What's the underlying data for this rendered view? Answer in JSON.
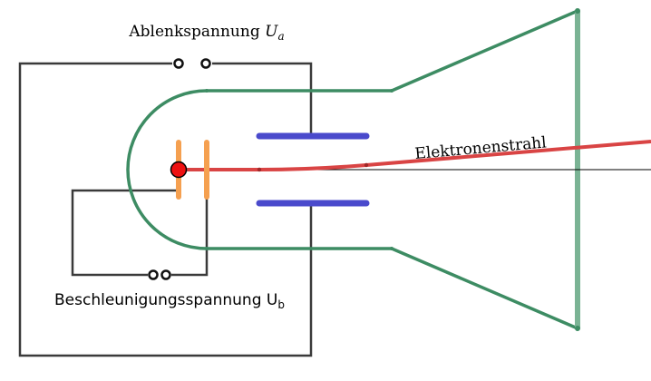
{
  "labels": {
    "deflection_voltage": "Ablenkspannung",
    "deflection_symbol": "U",
    "deflection_subscript": "a",
    "electron_beam": "Elektronenstrahl",
    "acceleration_voltage": "Beschleunigungsspannung U",
    "acceleration_subscript": "b"
  },
  "colors": {
    "tube": "#3d8c63",
    "screen": "#7ab394",
    "wire": "#3a3a3a",
    "plates": "#4a4acc",
    "electrodes": "#f5a050",
    "beam": "#d94444",
    "cathode": "#ee1111",
    "axis": "#000000"
  }
}
